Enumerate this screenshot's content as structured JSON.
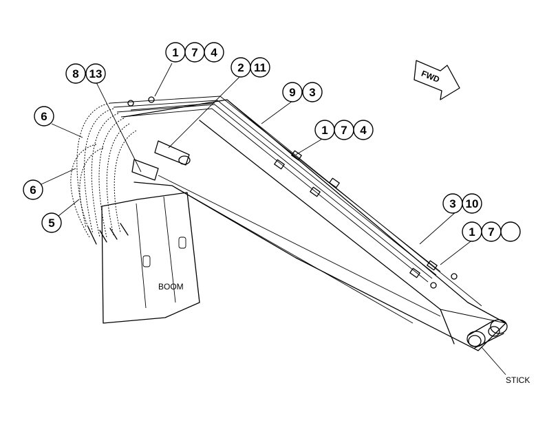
{
  "callouts": {
    "a": [
      "1",
      "7",
      "4"
    ],
    "b": [
      "8",
      "13"
    ],
    "c": [
      "2",
      "11"
    ],
    "d": [
      "9",
      "3"
    ],
    "e": [
      "1",
      "7",
      "4"
    ],
    "f": "6",
    "g": "6",
    "h": "5",
    "i": [
      "3",
      "10"
    ],
    "j": [
      "1",
      "7",
      ""
    ]
  },
  "labels": {
    "boom": "BOOM",
    "stick": "STICK",
    "fwd": "FWD"
  }
}
